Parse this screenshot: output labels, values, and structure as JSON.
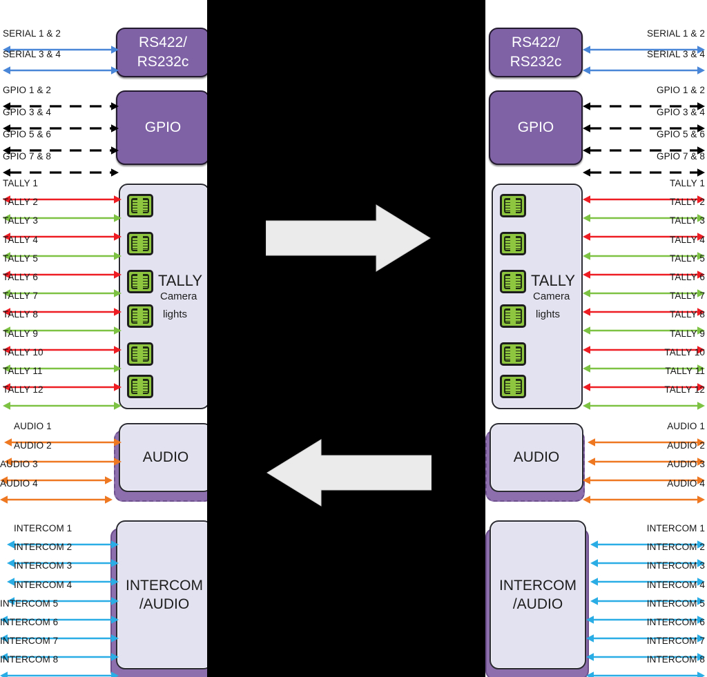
{
  "diagram": {
    "title": "Bidirectional signal transport block diagram",
    "background_color": "#000000",
    "panel_color": "#ffffff",
    "center_arrows": [
      {
        "name": "arrow-right",
        "direction": "right",
        "color": "#ebebeb"
      },
      {
        "name": "arrow-left",
        "direction": "left",
        "color": "#ebebeb"
      }
    ]
  },
  "colors": {
    "purple_box": "#7e62a5",
    "light_box": "#e2e2f0",
    "backplate": "#8e6fae",
    "connector_green": "#8ec63f",
    "serial_arrow": "#4a86d8",
    "gpio_arrow": "#000000",
    "tally_red": "#ee1c23",
    "tally_green": "#7dc242",
    "audio_arrow": "#ee7722",
    "intercom_arrow": "#29ade4"
  },
  "blocks": {
    "serial": {
      "label_line1": "RS422/",
      "label_line2": "RS232c",
      "style": "purple"
    },
    "gpio": {
      "label": "GPIO",
      "style": "purple"
    },
    "tally": {
      "label": "TALLY",
      "sub_line1": "Camera",
      "sub_line2": "lights",
      "style": "light",
      "connector_count": 6
    },
    "audio": {
      "label": "AUDIO",
      "style": "light"
    },
    "intercom": {
      "label_line1": "INTERCOM",
      "label_line2": "/AUDIO",
      "style": "light"
    }
  },
  "groups": {
    "serial": {
      "arrow_color": "#4a86d8",
      "arrow_style": "solid",
      "signals": [
        "SERIAL 1 & 2",
        "SERIAL 3 & 4"
      ]
    },
    "gpio": {
      "arrow_color": "#000000",
      "arrow_style": "dashed",
      "signals": [
        "GPIO 1 & 2",
        "GPIO 3 & 4",
        "GPIO 5 & 6",
        "GPIO 7 & 8"
      ]
    },
    "tally": {
      "arrow_style": "solid",
      "signals": [
        {
          "label": "TALLY 1",
          "color": "#ee1c23"
        },
        {
          "label": "TALLY 2",
          "color": "#7dc242"
        },
        {
          "label": "TALLY 3",
          "color": "#ee1c23"
        },
        {
          "label": "TALLY 4",
          "color": "#7dc242"
        },
        {
          "label": "TALLY 5",
          "color": "#ee1c23"
        },
        {
          "label": "TALLY 6",
          "color": "#7dc242"
        },
        {
          "label": "TALLY 7",
          "color": "#ee1c23"
        },
        {
          "label": "TALLY 8",
          "color": "#7dc242"
        },
        {
          "label": "TALLY 9",
          "color": "#ee1c23"
        },
        {
          "label": "TALLY 10",
          "color": "#7dc242"
        },
        {
          "label": "TALLY 11",
          "color": "#ee1c23"
        },
        {
          "label": "TALLY 12",
          "color": "#7dc242"
        }
      ]
    },
    "audio": {
      "arrow_color": "#ee7722",
      "arrow_style": "solid",
      "signals": [
        "AUDIO 1",
        "AUDIO 2",
        "AUDIO 3",
        "AUDIO 4"
      ]
    },
    "intercom": {
      "arrow_color": "#29ade4",
      "arrow_style": "solid",
      "signals": [
        "INTERCOM 1",
        "INTERCOM 2",
        "INTERCOM 3",
        "INTERCOM 4",
        "INTERCOM 5",
        "INTERCOM 6",
        "INTERCOM 7",
        "INTERCOM 8"
      ]
    }
  }
}
